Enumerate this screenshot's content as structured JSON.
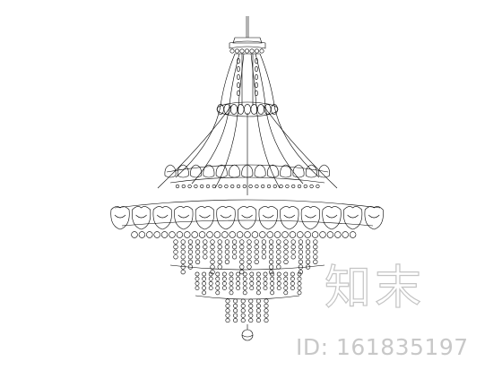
{
  "drawing": {
    "subject": "chandelier-elevation",
    "line_color": "#000000",
    "background": "#ffffff"
  },
  "watermark": {
    "logo_text": "知末",
    "id_text": "ID: 161835197",
    "color": "#c8c8c8"
  }
}
